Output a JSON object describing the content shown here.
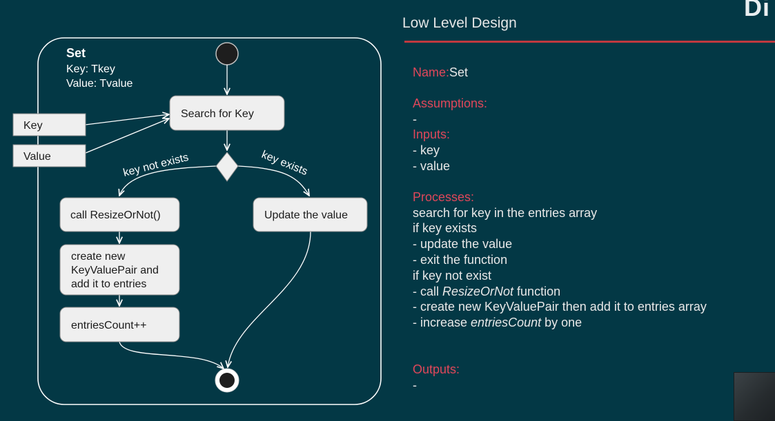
{
  "corner_text": "Di",
  "diagram": {
    "frame": {
      "title": "Set",
      "line1": "Key: Tkey",
      "line2": "Value: Tvalue"
    },
    "inputs": {
      "key": "Key",
      "value": "Value"
    },
    "nodes": {
      "search": "Search for Key",
      "resize": "call ResizeOrNot()",
      "create_lines": [
        "create new",
        "KeyValuePair and",
        "add it to entries"
      ],
      "count": "entriesCount++",
      "update": "Update the value"
    },
    "edges": {
      "not_exists": "key not exists",
      "exists": "key exists"
    },
    "colors": {
      "node_fill": "#efefef",
      "frame_stroke": "#ffffff",
      "accent": "#c0393f"
    }
  },
  "panel": {
    "title": "Low Level Design",
    "name_label": "Name:",
    "name_value": "Set",
    "assumptions_label": "Assumptions:",
    "assumptions_value": "-",
    "inputs_label": "Inputs:",
    "inputs": [
      "- key",
      "- value"
    ],
    "processes_label": "Processes:",
    "processes": {
      "p1": "search for key in the entries array",
      "p2": "if key exists",
      "p3": "- update the value",
      "p4": "- exit the function",
      "p5": "if key not exist",
      "p6_pre": "- call ",
      "p6_italic": "ResizeOrNot",
      "p6_post": " function",
      "p7": "- create new KeyValuePair then add it to entries array",
      "p8_pre": "- increase ",
      "p8_italic": "entriesCount",
      "p8_post": " by one"
    },
    "outputs_label": "Outputs:",
    "outputs_value": "-"
  }
}
